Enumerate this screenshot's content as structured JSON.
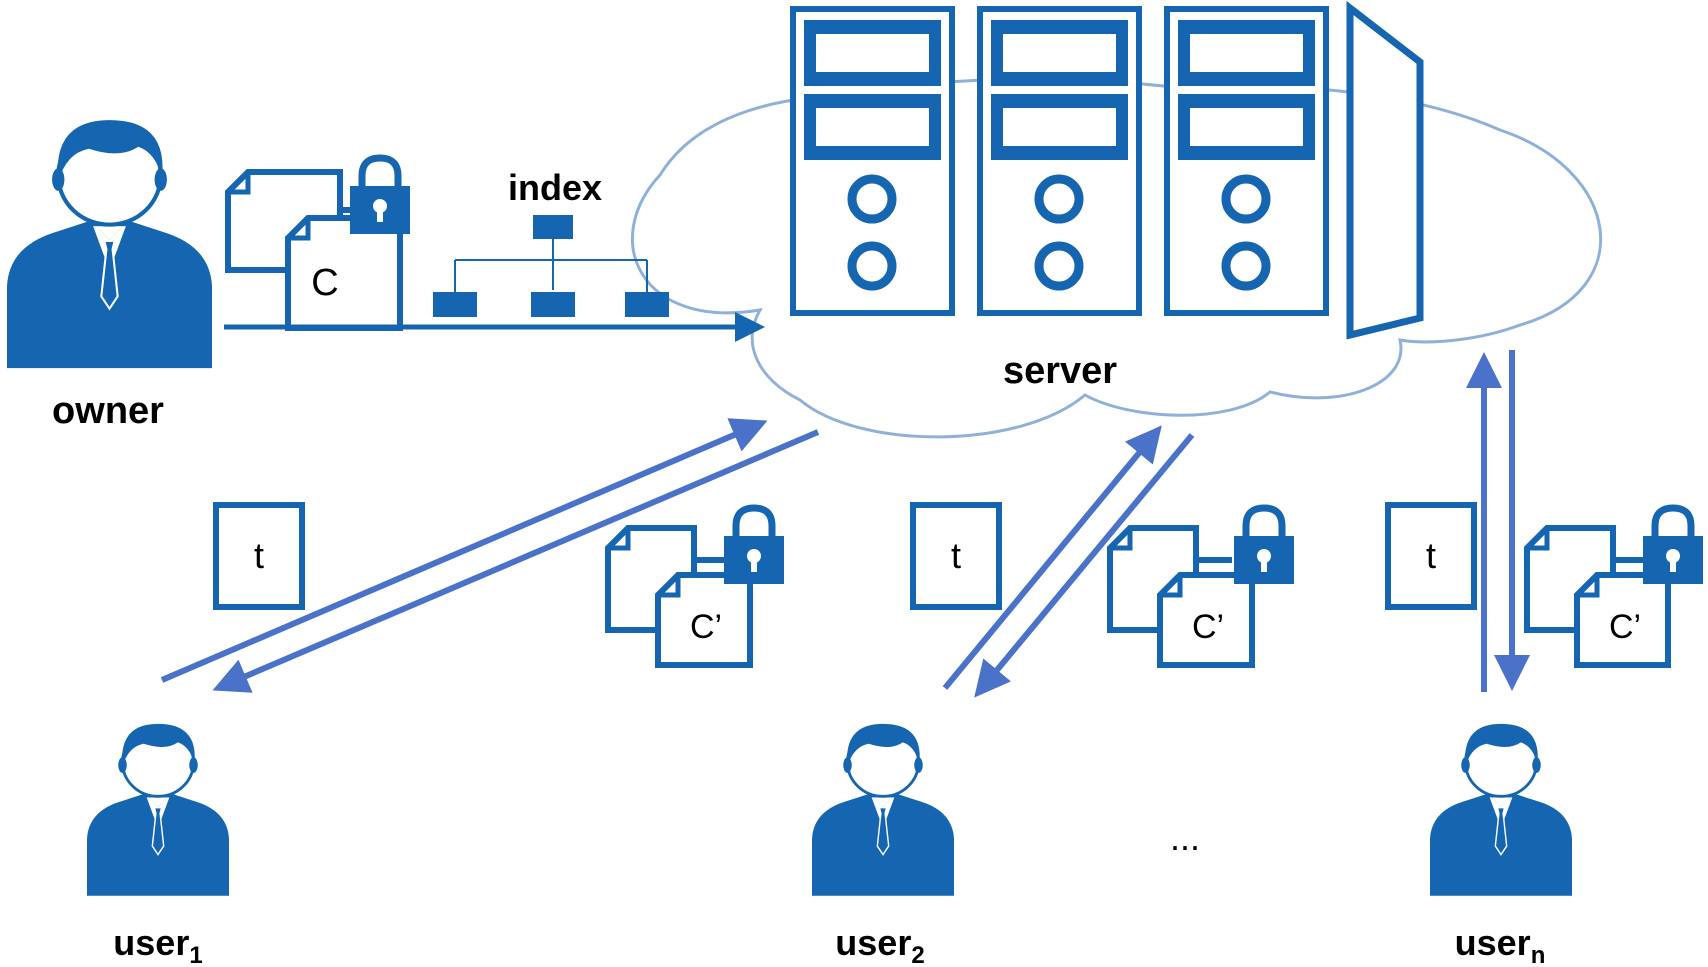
{
  "colors": {
    "primary": "#1565b0",
    "arrow": "#4a72c8",
    "cloud_stroke": "#8fb0d8"
  },
  "labels": {
    "owner": "owner",
    "server": "server",
    "index": "index",
    "ellipsis": "...",
    "user_prefix": "user",
    "user1_sub": "1",
    "user2_sub": "2",
    "usern_sub": "n"
  },
  "docs": {
    "ciphertext": "C",
    "result": "C’",
    "token": "t"
  },
  "icons": {
    "person": "person-icon",
    "server": "server-rack-icon",
    "cloud": "cloud-icon",
    "document": "document-icon",
    "lock": "lock-icon",
    "index_tree": "index-tree-icon"
  }
}
